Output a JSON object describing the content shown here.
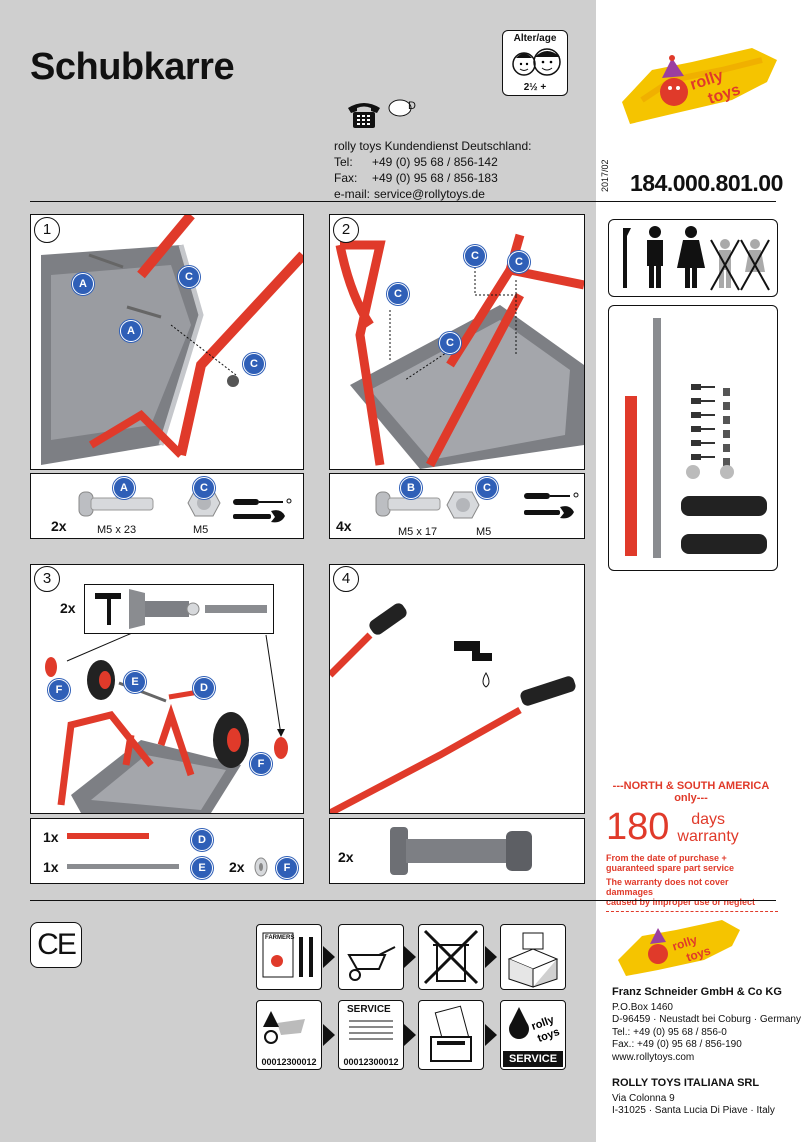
{
  "title": "Schubkarre",
  "age_box": {
    "label": "Alter/age",
    "value": "2½ +"
  },
  "phone_badge": "D",
  "service": {
    "heading": "rolly toys Kundendienst Deutschland:",
    "tel_label": "Tel:",
    "tel": "+49 (0) 95 68 / 856-142",
    "fax_label": "Fax:",
    "fax": "+49 (0) 95 68 / 856-183",
    "email_label": "e-mail:",
    "email": "service@rollytoys.de"
  },
  "article_number": "184.000.801.00",
  "date_code": "2017/02",
  "brand": {
    "line1": "rolly",
    "line2": "toys"
  },
  "steps": [
    {
      "number": "1",
      "labels": [
        "A",
        "C",
        "A",
        "C"
      ],
      "parts": {
        "qty": "2x",
        "a_badge": "A",
        "a_size": "M5 x 23",
        "c_badge": "C",
        "c_size": "M5"
      }
    },
    {
      "number": "2",
      "labels": [
        "C",
        "C",
        "C",
        "C"
      ],
      "parts": {
        "qty": "4x",
        "b_badge": "B",
        "b_size": "M5 x 17",
        "c_badge": "C",
        "c_size": "M5"
      }
    },
    {
      "number": "3",
      "inset_qty": "2x",
      "labels": [
        "F",
        "E",
        "D",
        "F"
      ],
      "parts": {
        "d_qty": "1x",
        "d_badge": "D",
        "e_qty": "1x",
        "e_badge": "E",
        "f_qty": "2x",
        "f_badge": "F"
      }
    },
    {
      "number": "4",
      "parts": {
        "qty": "2x"
      }
    }
  ],
  "warranty": {
    "region": "---NORTH & SOUTH AMERICA only---",
    "days_number": "180",
    "days_word": "days",
    "warranty_word": "warranty",
    "line1": "From the date of purchase +",
    "line2": "guaranteed spare part service",
    "line3": "The warranty does not cover dammages",
    "line4": "caused by improper use or neglect"
  },
  "ce_mark": "CE",
  "bottom_icons": {
    "farmers": "FARMERS",
    "service_label": "SERVICE",
    "code1": "00012300012",
    "code2": "00012300012",
    "service_badge": "SERVICE"
  },
  "company_de": {
    "name": "Franz Schneider GmbH & Co KG",
    "lines": [
      "P.O.Box 1460",
      "D-96459 · Neustadt bei Coburg · Germany",
      "Tel.: +49 (0) 95 68 / 856-0",
      "Fax.: +49 (0) 95 68 / 856-190",
      "www.rollytoys.com"
    ]
  },
  "company_it": {
    "name": "ROLLY TOYS ITALIANA SRL",
    "lines": [
      "Via Colonna 9",
      "I-31025 · Santa Lucia Di Piave · Italy"
    ]
  },
  "colors": {
    "accent_red": "#e03a2a",
    "badge_blue": "#2f5fb7",
    "brand_yellow": "#f5c400",
    "background_grey": "#cfcfcf"
  }
}
